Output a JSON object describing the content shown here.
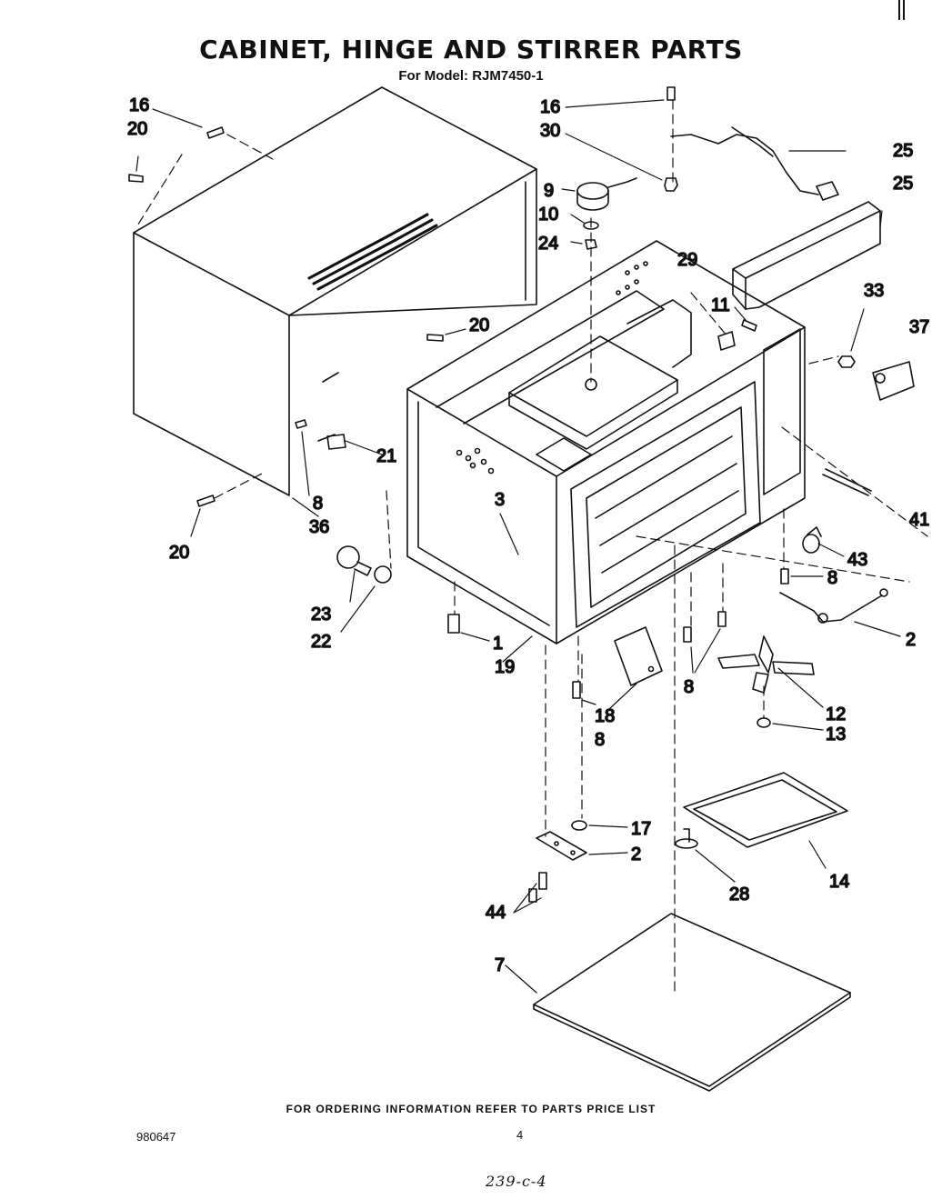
{
  "title": "CABINET, HINGE AND STIRRER PARTS",
  "subtitle": "For Model: RJM7450-1",
  "footer": "FOR ORDERING INFORMATION REFER TO PARTS PRICE LIST",
  "doc_number": "980647",
  "page_number": "4",
  "handwritten_note": "239-c-4",
  "part_labels": {
    "p16a": "16",
    "p20a": "20",
    "p20b": "20",
    "p20c": "20",
    "p16b": "16",
    "p30": "30",
    "p25a": "25",
    "p25b": "25",
    "p9": "9",
    "p10": "10",
    "p24": "24",
    "p29": "29",
    "p11": "11",
    "p33": "33",
    "p37": "37",
    "p21": "21",
    "p8a": "8",
    "p36": "36",
    "p3": "3",
    "p41": "41",
    "p43": "43",
    "p8b": "8",
    "p23": "23",
    "p22": "22",
    "p1": "1",
    "p19": "19",
    "p2a": "2",
    "p8c": "8",
    "p12": "12",
    "p13": "13",
    "p18": "18",
    "p8d": "8",
    "p17": "17",
    "p2b": "2",
    "p44": "44",
    "p28": "28",
    "p14": "14",
    "p7": "7"
  }
}
